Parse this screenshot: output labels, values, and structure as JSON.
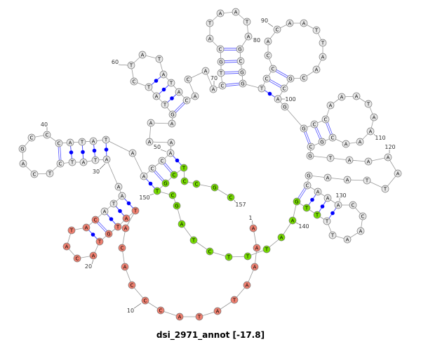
{
  "title": "dsi_2971_annot [-17.8]",
  "sequence": "AAAATATACCCACATATGTACATACATAAATATCTCAGCCCATATAACCAAAAAGTATCTATATACACAACTGCATAATAGCGGTCCCACAATTAACGCAGGCCAAATAAAACGCGTAAAATTAAGCAAACCAATTTTGAATTTCTAGCTGCTCCGC",
  "colors": {
    "region_5prime": "#f08070",
    "region_middle": "#e8e8e8",
    "region_3prime": "#77dd00",
    "pair_line": "#5050ff",
    "pair_dot": "#0000ff",
    "backbone": "#999999"
  },
  "regions": [
    {
      "name": "5prime",
      "from": 1,
      "to": 25
    },
    {
      "name": "middle",
      "from": 26,
      "to": 136
    },
    {
      "name": "3prime",
      "from": 137,
      "to": 157
    }
  ],
  "pairs": [
    [
      15,
      28
    ],
    [
      16,
      27
    ],
    [
      17,
      26
    ],
    [
      18,
      25
    ],
    [
      19,
      24
    ],
    [
      30,
      45
    ],
    [
      31,
      44
    ],
    [
      32,
      43
    ],
    [
      33,
      42
    ],
    [
      34,
      41
    ],
    [
      47,
      150
    ],
    [
      48,
      151
    ],
    [
      49,
      152
    ],
    [
      50,
      153
    ],
    [
      55,
      66
    ],
    [
      56,
      65
    ],
    [
      57,
      64
    ],
    [
      58,
      63
    ],
    [
      71,
      84
    ],
    [
      72,
      83
    ],
    [
      73,
      82
    ],
    [
      74,
      81
    ],
    [
      85,
      100
    ],
    [
      86,
      99
    ],
    [
      87,
      98
    ],
    [
      102,
      115
    ],
    [
      103,
      114
    ],
    [
      104,
      113
    ],
    [
      127,
      139
    ],
    [
      128,
      138
    ],
    [
      129,
      137
    ],
    [
      130,
      136
    ]
  ],
  "index_labels": [
    "1",
    "10",
    "20",
    "30",
    "40",
    "50",
    "60",
    "70",
    "80",
    "90",
    "100",
    "110",
    "120",
    "130",
    "140",
    "150",
    "157"
  ]
}
